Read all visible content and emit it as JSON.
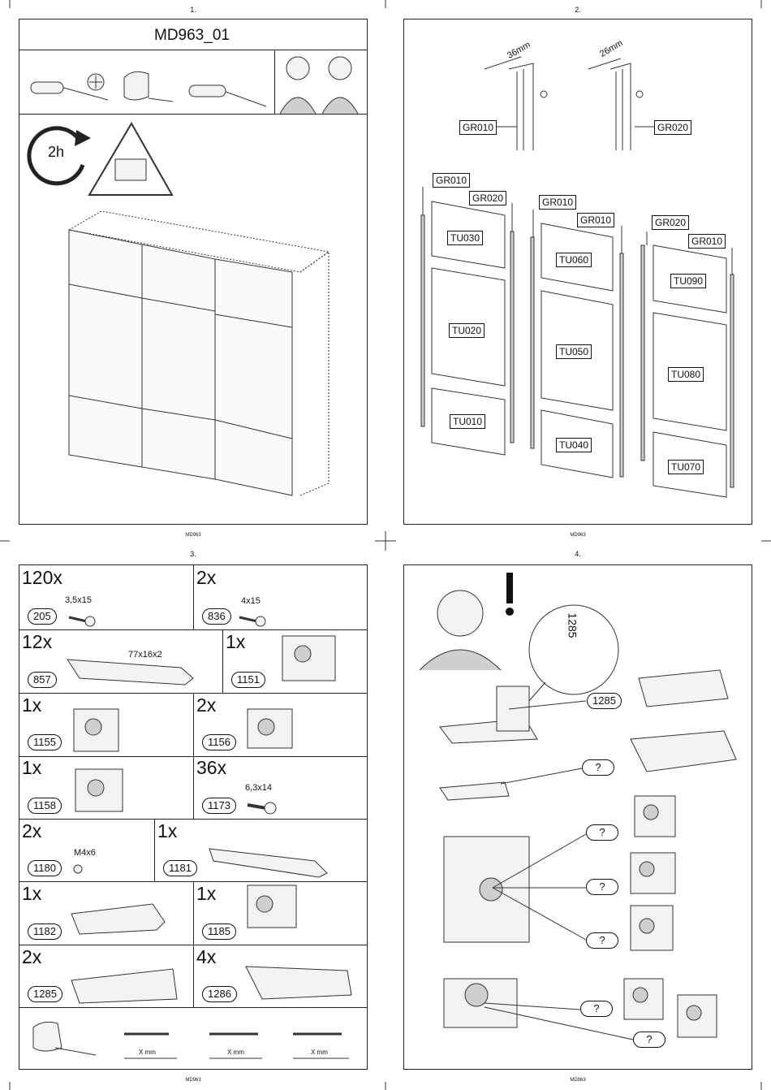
{
  "panels": {
    "p1": {
      "page_number": "1.",
      "model_title": "MD963_01",
      "time_label": "2h",
      "footer": "MD963"
    },
    "p2": {
      "page_number": "2.",
      "profiles": [
        {
          "dim": "36mm",
          "label": "GR010"
        },
        {
          "dim": "26mm",
          "label": "GR020"
        }
      ],
      "door_groups": [
        {
          "profile_a": "GR010",
          "profile_b": "GR020",
          "profile_c": "",
          "panels": [
            "TU030",
            "TU020",
            "TU010"
          ]
        },
        {
          "profile_a": "GR010",
          "profile_b": "GR010",
          "panels": [
            "TU060",
            "TU050",
            "TU040"
          ]
        },
        {
          "profile_a": "GR020",
          "profile_b": "GR010",
          "panels": [
            "TU090",
            "TU080",
            "TU070"
          ]
        }
      ],
      "footer": "MD963"
    },
    "p3": {
      "page_number": "3.",
      "parts": [
        {
          "qty": "120x",
          "code": "205",
          "dim": "3,5x15"
        },
        {
          "qty": "2x",
          "code": "836",
          "dim": "4x15"
        },
        {
          "qty": "12x",
          "code": "857",
          "dim": "77x16x2"
        },
        {
          "qty": "1x",
          "code": "1151",
          "dim": ""
        },
        {
          "qty": "1x",
          "code": "1155",
          "dim": ""
        },
        {
          "qty": "2x",
          "code": "1156",
          "dim": ""
        },
        {
          "qty": "1x",
          "code": "1158",
          "dim": ""
        },
        {
          "qty": "36x",
          "code": "1173",
          "dim": "6,3x14"
        },
        {
          "qty": "2x",
          "code": "1180",
          "dim": "M4x6"
        },
        {
          "qty": "1x",
          "code": "1181",
          "dim": ""
        },
        {
          "qty": "1x",
          "code": "1182",
          "dim": ""
        },
        {
          "qty": "1x",
          "code": "1185",
          "dim": ""
        },
        {
          "qty": "2x",
          "code": "1285",
          "dim": ""
        },
        {
          "qty": "4x",
          "code": "1286",
          "dim": ""
        }
      ],
      "screw_measure": "X mm",
      "footer": "MD963"
    },
    "p4": {
      "page_number": "4.",
      "zoom_label": "1285",
      "callouts": [
        "1285",
        "?",
        "?",
        "?",
        "?",
        "?",
        "?"
      ],
      "footer": "MD963"
    }
  }
}
